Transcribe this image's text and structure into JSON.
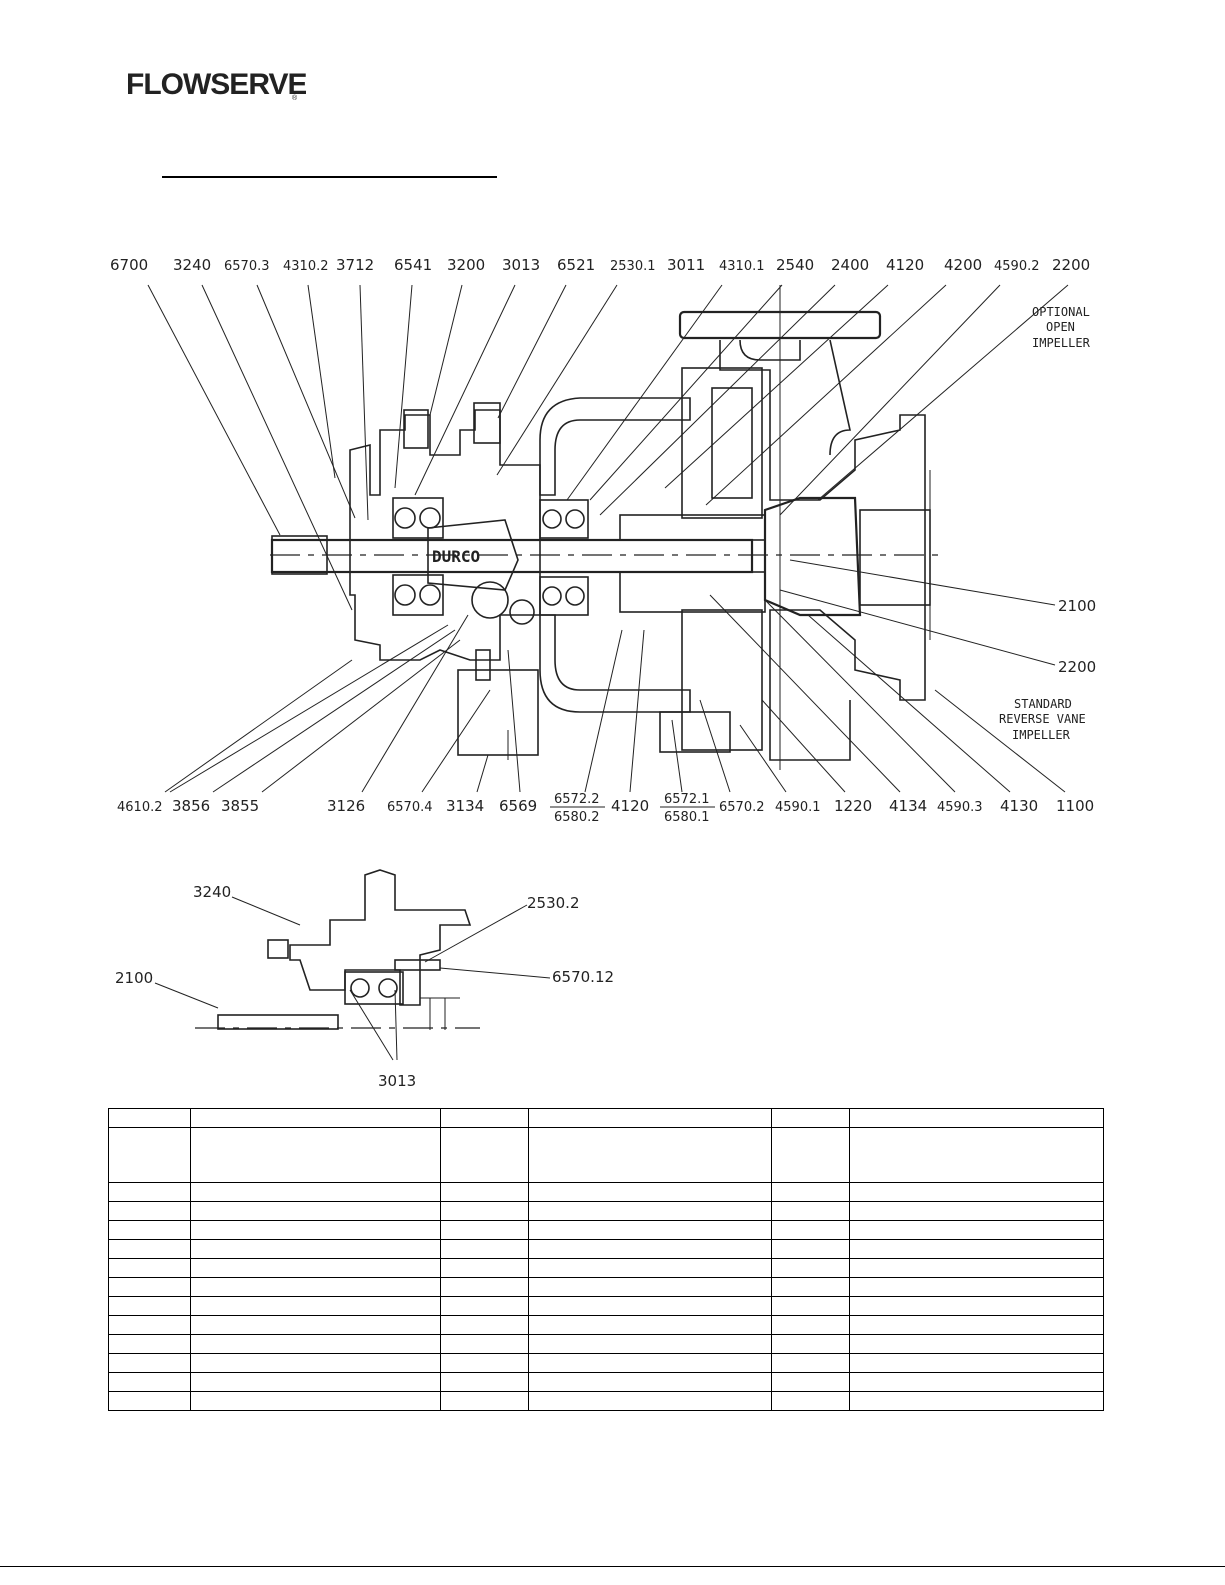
{
  "logo": {
    "text": "FLOWSERVE",
    "mark": "®"
  },
  "main_drawing": {
    "top_labels": [
      "6700",
      "3240",
      "6570.3",
      "4310.2",
      "3712",
      "6541",
      "3200",
      "3013",
      "6521",
      "2530.1",
      "3011",
      "4310.1",
      "2540",
      "2400",
      "4120",
      "4200",
      "4590.2",
      "2200"
    ],
    "bottom_labels": [
      "4610.2",
      "3856",
      "3855",
      "3126",
      "6570.4",
      "3134",
      "6569",
      "4120",
      "6570.2",
      "4590.1",
      "1220",
      "4134",
      "4590.3",
      "4130",
      "1100"
    ],
    "bottom_fractions": [
      {
        "numerator": "6572.2",
        "denominator": "6580.2"
      },
      {
        "numerator": "6572.1",
        "denominator": "6580.1"
      }
    ],
    "right_labels": [
      "2100",
      "2200"
    ],
    "note_optional": [
      "OPTIONAL",
      "OPEN",
      "IMPELLER"
    ],
    "note_standard": [
      "STANDARD",
      "REVERSE VANE",
      "IMPELLER"
    ],
    "shaft_marking": "DURCO"
  },
  "detail_drawing": {
    "labels": [
      "3240",
      "2530.2",
      "2100",
      "6570.12",
      "3013"
    ]
  },
  "parts_table": {
    "columns": 6,
    "rows": 14
  }
}
